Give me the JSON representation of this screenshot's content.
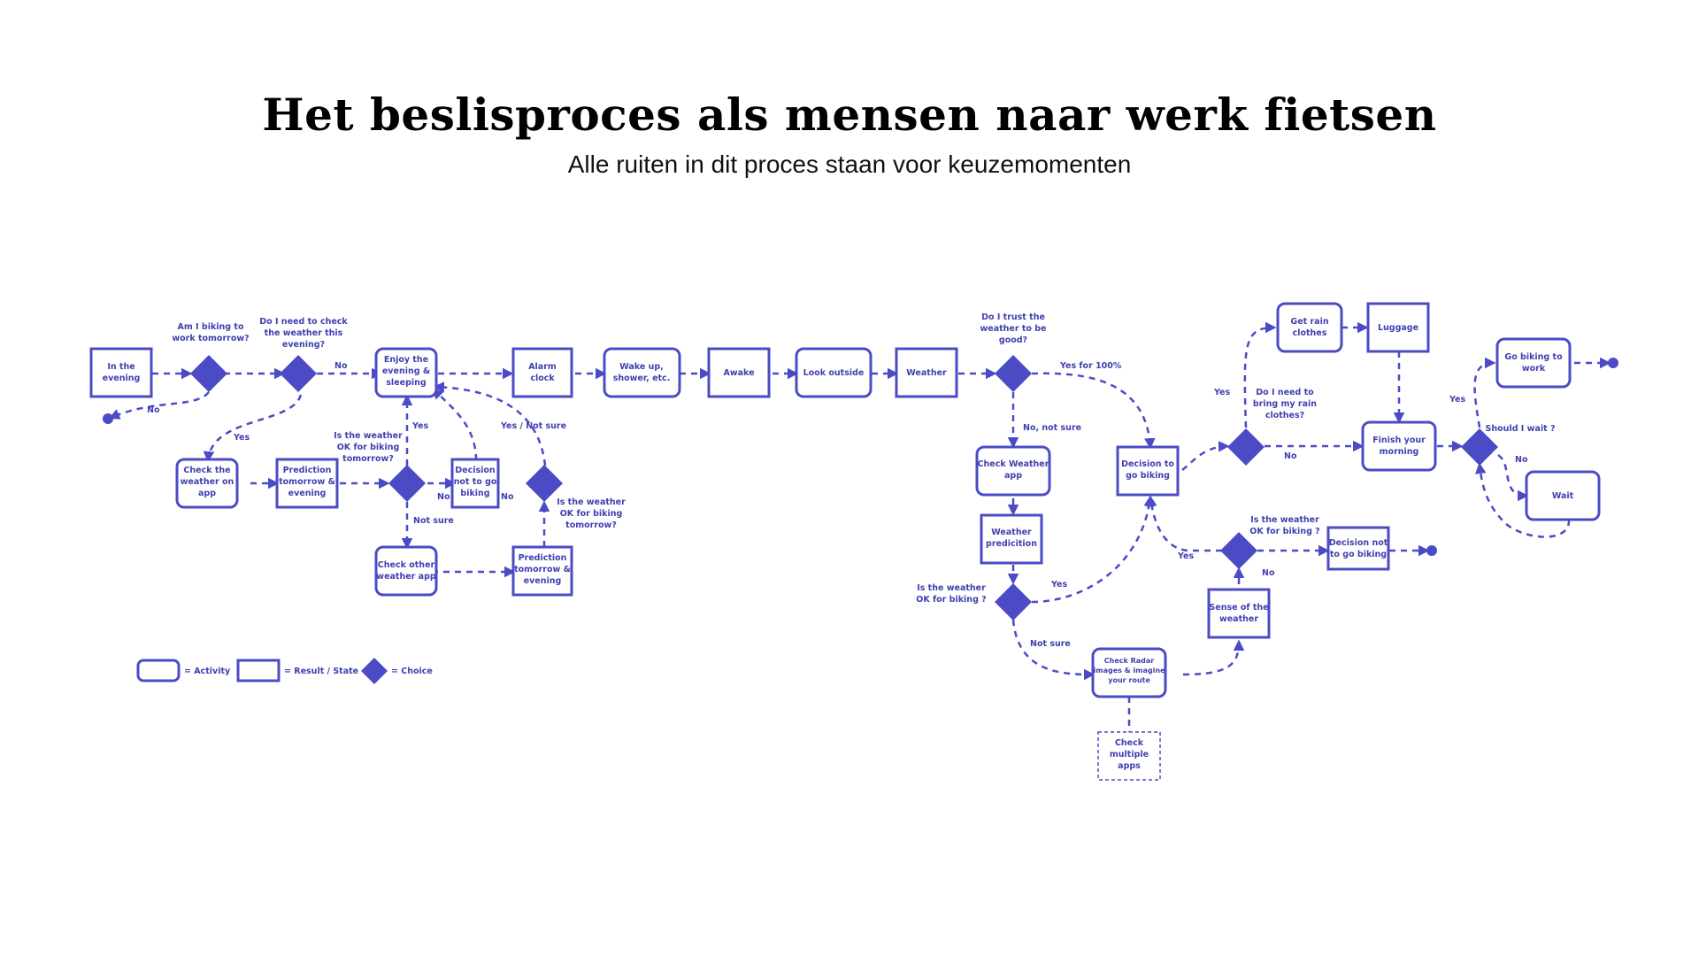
{
  "title": "Het beslisproces als mensen naar werk fietsen",
  "subtitle": "Alle ruiten in dit proces staan voor keuzemomenten",
  "colors": {
    "accent": "#4b4bc6",
    "text": "#4040b0"
  },
  "nodes": {
    "in_evening": [
      "In the",
      "evening"
    ],
    "check_weather_app": [
      "Check the",
      "weather on",
      "app"
    ],
    "prediction_1": [
      "Prediction",
      "tomorrow &",
      "evening"
    ],
    "enjoy_evening": [
      "Enjoy the",
      "evening &",
      "sleeping"
    ],
    "decision_not_left": [
      "Decision",
      "not to go",
      "biking"
    ],
    "check_other_app": [
      "Check other",
      "weather app"
    ],
    "prediction_2": [
      "Prediction",
      "tomorrow &",
      "evening"
    ],
    "alarm_clock": [
      "Alarm",
      "clock"
    ],
    "wake_up": [
      "Wake up,",
      "shower, etc."
    ],
    "awake": [
      "Awake"
    ],
    "look_outside": [
      "Look outside"
    ],
    "weather": [
      "Weather"
    ],
    "check_weather_app_2": [
      "Check Weather",
      "app"
    ],
    "weather_prediction": [
      "Weather",
      "predicition"
    ],
    "decision_to_bike": [
      "Decision to",
      "go biking"
    ],
    "check_radar": [
      "Check Radar",
      "images & imagine",
      "your route"
    ],
    "check_multiple": [
      "Check",
      "multiple",
      "apps"
    ],
    "sense_weather": [
      "Sense of the",
      "weather"
    ],
    "decision_not_right": [
      "Decision not",
      "to go biking"
    ],
    "get_rain_clothes": [
      "Get rain",
      "clothes"
    ],
    "luggage": [
      "Luggage"
    ],
    "finish_morning": [
      "Finish your",
      "morning"
    ],
    "go_biking": [
      "Go biking to",
      "work"
    ],
    "wait": [
      "Wait"
    ]
  },
  "questions": {
    "biking_tomorrow": [
      "Am I biking to",
      "work tomorrow?"
    ],
    "check_this_evening": [
      "Do I need to check",
      "the weather this",
      "evening?"
    ],
    "weather_ok_tomorrow": [
      "Is the weather",
      "OK for biking",
      "tomorrow?"
    ],
    "weather_ok_tomorrow_2": [
      "Is the weather",
      "OK for biking",
      "tomorrow?"
    ],
    "trust_weather": [
      "Do I trust the",
      "weather to be",
      "good?"
    ],
    "weather_ok_biking": [
      "Is the weather",
      "OK for biking ?"
    ],
    "weather_ok_biking_2": [
      "Is the weather",
      "OK for biking ?"
    ],
    "rain_clothes": [
      "Do I need to",
      "bring my rain",
      "clothes?"
    ],
    "should_wait": [
      "Should I wait ?"
    ]
  },
  "labels": {
    "no": "No",
    "yes": "Yes",
    "not_sure": "Not sure",
    "yes_not_sure": "Yes / Not sure",
    "yes_100": "Yes for 100%",
    "no_not_sure": "No, not sure"
  },
  "legend": {
    "activity": "= Activity",
    "result": "= Result / State",
    "choice": "= Choice"
  }
}
